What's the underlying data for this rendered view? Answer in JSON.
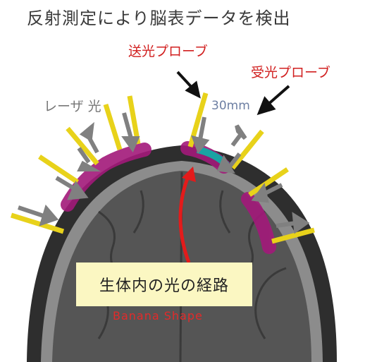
{
  "title": "反射測定により脳表データを検出",
  "labels": {
    "send_probe": "送光プローブ",
    "receive_probe": "受光プローブ",
    "laser": "レーザ 光",
    "distance": "30mm",
    "light_path": "生体内の光の経路",
    "banana_shape": "Banana Shape"
  },
  "colors": {
    "probe": "#e8d21a",
    "absorption_band": "#a3197a",
    "emphasis": "#d11f1f",
    "distance_marker": "#1aa3a3"
  }
}
